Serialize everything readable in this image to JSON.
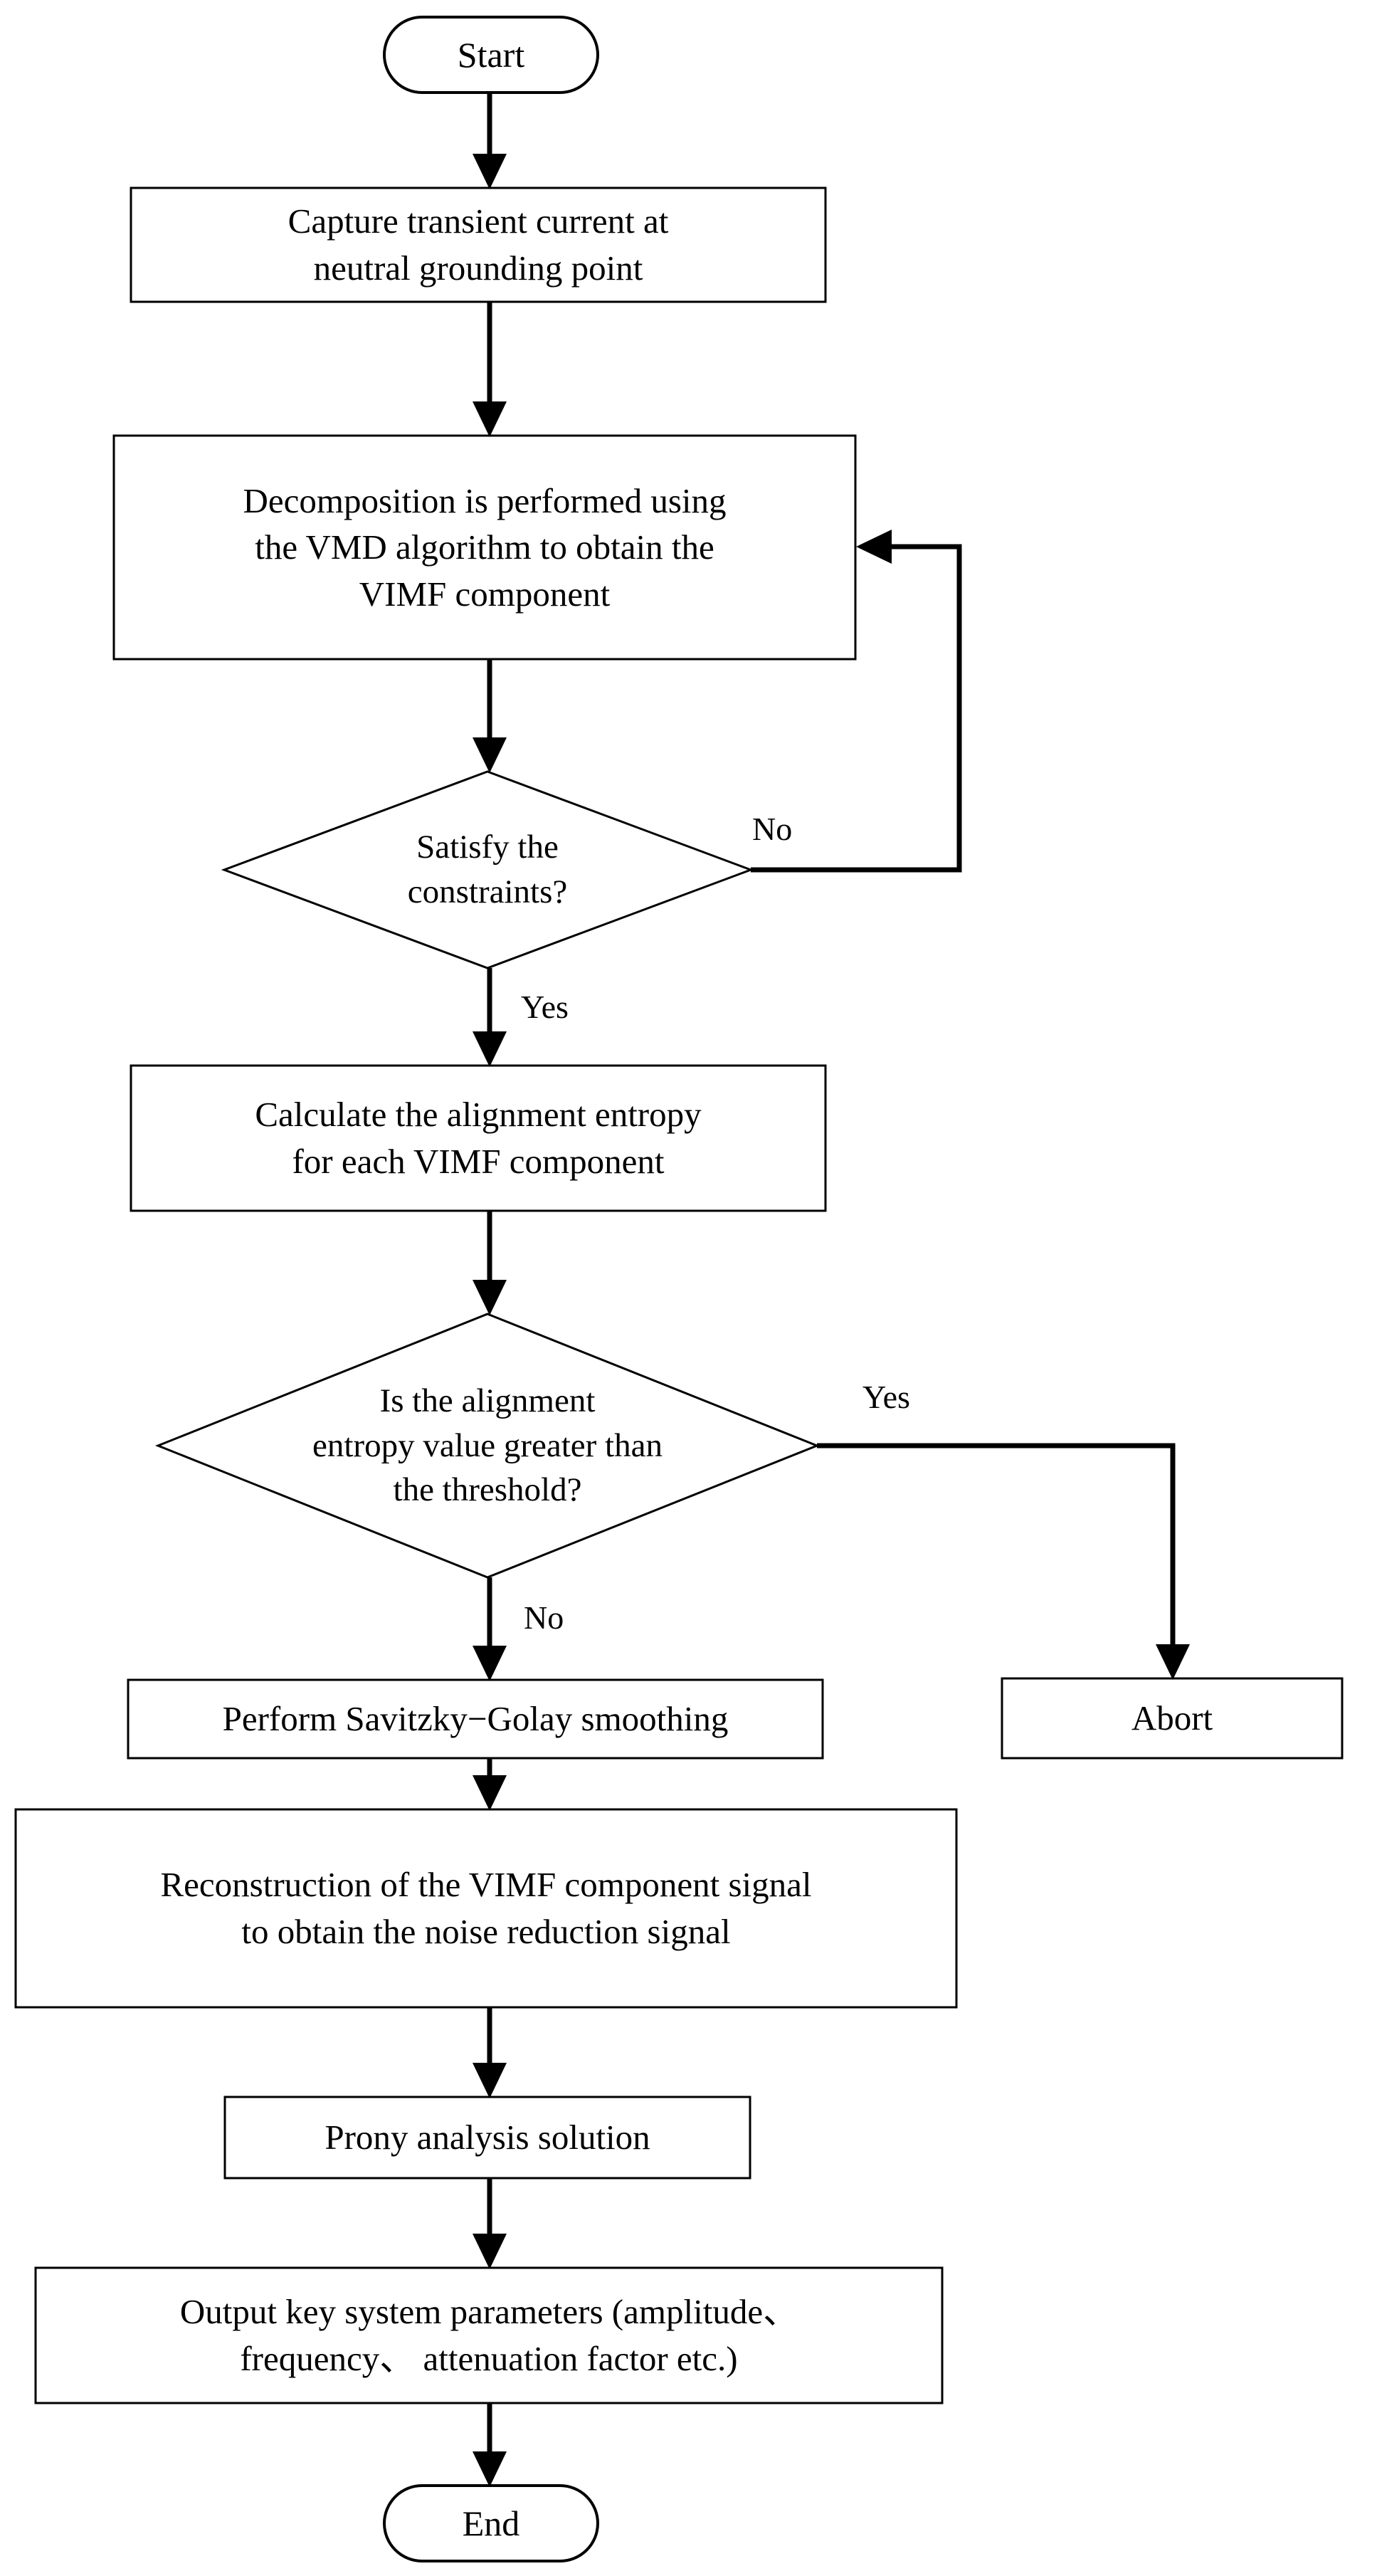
{
  "diagram": {
    "title": "VMD-based transient current noise reduction and Prony analysis flowchart",
    "type": "flowchart",
    "orientation": "top-to-bottom",
    "colors": {
      "background": "#ffffff",
      "stroke": "#000000",
      "fill": "#ffffff",
      "text": "#000000"
    }
  },
  "nodes": {
    "start": {
      "label": "Start",
      "shape": "stadium"
    },
    "capture": {
      "label": "Capture transient current at\nneutral grounding point",
      "shape": "rectangle"
    },
    "vmd": {
      "label": "Decomposition is performed using\nthe VMD algorithm to obtain the\nVIMF component",
      "shape": "rectangle"
    },
    "constraints": {
      "label": "Satisfy the\nconstraints?",
      "shape": "diamond"
    },
    "entropy": {
      "label": "Calculate the alignment entropy\nfor each VIMF component",
      "shape": "rectangle"
    },
    "threshold": {
      "label": "Is the alignment\nentropy value greater than\nthe threshold?",
      "shape": "diamond"
    },
    "smoothing": {
      "label": "Perform Savitzky−Golay smoothing",
      "shape": "rectangle"
    },
    "abort": {
      "label": "Abort",
      "shape": "rectangle"
    },
    "reconstruction": {
      "label": "Reconstruction of the VIMF component signal\nto obtain the noise reduction signal",
      "shape": "rectangle"
    },
    "prony": {
      "label": "Prony analysis solution",
      "shape": "rectangle"
    },
    "output": {
      "label": "Output key system parameters (amplitude、\nfrequency、 attenuation factor etc.)",
      "shape": "rectangle"
    },
    "end": {
      "label": "End",
      "shape": "stadium"
    }
  },
  "edge_labels": {
    "constraints_no": "No",
    "constraints_yes": "Yes",
    "threshold_yes": "Yes",
    "threshold_no": "No"
  },
  "edges": [
    {
      "from": "start",
      "to": "capture",
      "label": ""
    },
    {
      "from": "capture",
      "to": "vmd",
      "label": ""
    },
    {
      "from": "vmd",
      "to": "constraints",
      "label": ""
    },
    {
      "from": "constraints",
      "to": "vmd",
      "label": "No"
    },
    {
      "from": "constraints",
      "to": "entropy",
      "label": "Yes"
    },
    {
      "from": "entropy",
      "to": "threshold",
      "label": ""
    },
    {
      "from": "threshold",
      "to": "abort",
      "label": "Yes"
    },
    {
      "from": "threshold",
      "to": "smoothing",
      "label": "No"
    },
    {
      "from": "smoothing",
      "to": "reconstruction",
      "label": ""
    },
    {
      "from": "reconstruction",
      "to": "prony",
      "label": ""
    },
    {
      "from": "prony",
      "to": "output",
      "label": ""
    },
    {
      "from": "output",
      "to": "end",
      "label": ""
    }
  ]
}
